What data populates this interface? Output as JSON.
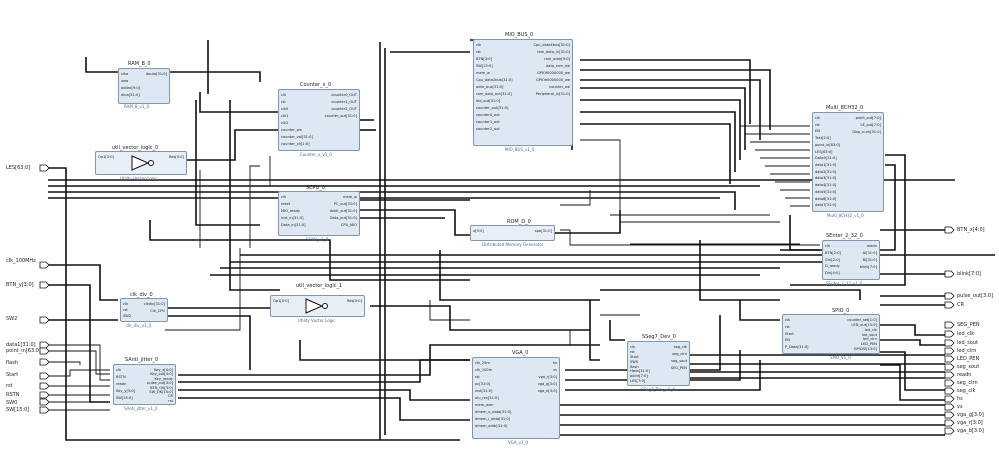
{
  "left_ports": [
    "LES[63:0]",
    "clk_100MHz",
    "BTN_y[3:0]",
    "SW2",
    "data1[31:0]",
    "point_in[63:0]",
    "flash",
    "Start",
    "rst",
    "RSTN",
    "SW0",
    "SW[15:0]"
  ],
  "right_ports": [
    "BTN_x[4:0]",
    "blink[7:0]",
    "pulse_out[3:0]",
    "CR",
    "SEG_PEN",
    "led_clk",
    "led_sout",
    "led_clrn",
    "LED_PEN",
    "seg_sout",
    "readn",
    "seg_clrn",
    "seg_clk",
    "hs",
    "vs",
    "vga_g[3:0]",
    "vga_r[3:0]",
    "vga_b[3:0]"
  ],
  "blocks": {
    "ram": {
      "title": "RAM_B_0",
      "subtitle": "RAM_B_v1_0",
      "pins_left": [
        "clka",
        "wea",
        "addra[9:0]",
        "dina[31:0]"
      ],
      "pins_right": [
        "douta[31:0]"
      ]
    },
    "util0": {
      "title": "util_vector_logic_0",
      "subtitle": "Utility Vector Logic",
      "pins_left": [
        "Op1[0:0]"
      ],
      "pins_right": [
        "Res[0:0]"
      ]
    },
    "counter": {
      "title": "Counter_x_0",
      "subtitle": "Counter_x_v1_0",
      "pins_left": [
        "clk",
        "rst",
        "clk0",
        "clk1",
        "clk2",
        "counter_we",
        "counter_val[31:0]",
        "counter_ch[1:0]"
      ],
      "pins_right": [
        "counter0_OUT",
        "counter1_OUT",
        "counter2_OUT",
        "counter_out[31:0]"
      ]
    },
    "scpu": {
      "title": "SCPU_0",
      "subtitle": "SCPU_v1_0",
      "pins_left": [
        "clk",
        "reset",
        "MIO_ready",
        "inst_in[31:0]",
        "Data_in[31:0]"
      ],
      "pins_right": [
        "mem_w",
        "PC_out[31:0]",
        "Addr_out[31:0]",
        "Data_out[31:0]",
        "CPU_MIO"
      ]
    },
    "mio": {
      "title": "MIO_BUS_0",
      "subtitle": "MIO_BUS_v1_0",
      "pins_left": [
        "clk",
        "rst",
        "BTN[3:0]",
        "SW[15:0]",
        "mem_w",
        "Cpu_data2bus[31:0]",
        "addr_bus[31:0]",
        "ram_data_out[31:0]",
        "led_out[31:0]",
        "counter_out[31:0]",
        "counter0_out",
        "counter1_out",
        "counter2_out"
      ],
      "pins_right": [
        "Cpu_data4bus[31:0]",
        "ram_data_in[31:0]",
        "ram_addr[9:0]",
        "data_ram_we",
        "GPIOf0000000_we",
        "GPIOe0000000_we",
        "counter_we",
        "Peripheral_in[31:0]"
      ]
    },
    "rom": {
      "title": "ROM_D_0",
      "subtitle": "Distributed Memory Generator",
      "pins_left": [
        "a[9:0]"
      ],
      "pins_right": [
        "spo[31:0]"
      ]
    },
    "multi": {
      "title": "Multi_8CH32_0",
      "subtitle": "Multi_8CH32_v1_0",
      "pins_left": [
        "clk",
        "rst",
        "EN",
        "Test[2:0]",
        "point_in[63:0]",
        "LES[63:0]",
        "Data0[31:0]",
        "data1[31:0]",
        "data2[31:0]",
        "data3[31:0]",
        "data4[31:0]",
        "data5[31:0]",
        "data6[31:0]",
        "data7[31:0]"
      ],
      "pins_right": [
        "point_out[7:0]",
        "LE_out[7:0]",
        "Disp_num[31:0]"
      ]
    },
    "sentir": {
      "title": "SEnter_2_32_0",
      "subtitle": "SEnter_2_32_v1_0",
      "pins_left": [
        "clk",
        "BTN[2:0]",
        "Ctrl[2:0]",
        "D_ready",
        "Din[4:0]"
      ],
      "pins_right": [
        "readn",
        "Ai[31:0]",
        "Bi[31:0]",
        "blink[7:0]"
      ]
    },
    "clkdiv": {
      "title": "clk_div_0",
      "subtitle": "clk_div_v1_0",
      "pins_left": [
        "clk",
        "rst",
        "SW2"
      ],
      "pins_right": [
        "clkdiv[31:0]",
        "Clk_CPU"
      ]
    },
    "util1": {
      "title": "util_vector_logic_1",
      "subtitle": "Utility Vector Logic",
      "pins_left": [
        "Op1[0:0]"
      ],
      "pins_right": [
        "Res[0:0]"
      ]
    },
    "sanit": {
      "title": "SAnti_jitter_0",
      "subtitle": "SAnti_jitter_v1_0",
      "pins_left": [
        "clk",
        "RSTN",
        "readn",
        "Key_y[3:0]",
        "SW[15:0]"
      ],
      "pins_right": [
        "Key_x[4:0]",
        "Key_out[4:0]",
        "Key_ready",
        "pulse_out[3:0]",
        "BTN_OK[3:0]",
        "SW_OK[15:0]",
        "CR",
        "rst"
      ]
    },
    "vga": {
      "title": "VGA_0",
      "subtitle": "VGA_v1_0",
      "pins_left": [
        "clk_25m",
        "clk_100m",
        "rst",
        "pc[31:0]",
        "inst[31:0]",
        "alu_res[31:0]",
        "mem_wen",
        "dmem_o_data[31:0]",
        "dmem_i_data[31:0]",
        "dmem_addr[31:0]"
      ],
      "pins_right": [
        "hs",
        "vs",
        "vga_r[3:0]",
        "vga_g[3:0]",
        "vga_b[3:0]"
      ]
    },
    "sseg": {
      "title": "SSeg7_Dev_0",
      "subtitle": "SSeg7_Dev_v1_0",
      "pins_left": [
        "clk",
        "rst",
        "Start",
        "SW0",
        "flash",
        "Hexs[31:0]",
        "point[7:0]",
        "LES[7:0]"
      ],
      "pins_right": [
        "seg_clk",
        "seg_clrn",
        "seg_sout",
        "SEG_PEN"
      ]
    },
    "spio": {
      "title": "SPIO_0",
      "subtitle": "SPIO_v1_0",
      "pins_left": [
        "clk",
        "rst",
        "Start",
        "EN",
        "P_Data[31:0]"
      ],
      "pins_right": [
        "counter_set[1:0]",
        "LED_out[15:0]",
        "led_clk",
        "led_sout",
        "led_clrn",
        "LED_PEN",
        "GPIOf0[13:0]"
      ]
    }
  }
}
